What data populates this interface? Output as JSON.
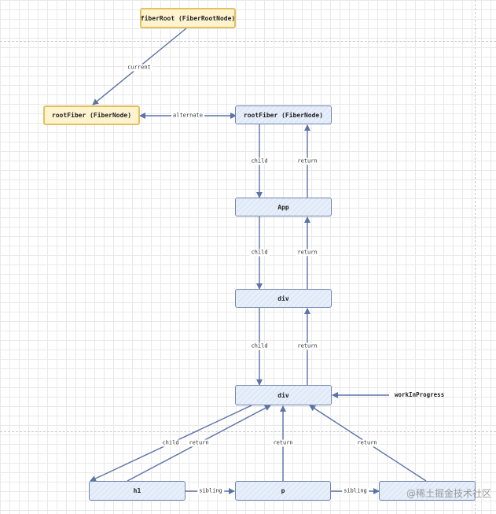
{
  "nodes": {
    "fiber_root": "fiberRoot (FiberRootNode)",
    "root_fiber_current": "rootFiber (FiberNode)",
    "root_fiber_wip": "rootFiber (FiberNode)",
    "app": "App",
    "div_outer": "div",
    "div_inner": "div",
    "h1": "h1",
    "p": "p",
    "third_child": ""
  },
  "edges": {
    "current": "current",
    "alternate": "alternate",
    "child": "child",
    "return": "return",
    "sibling": "sibling"
  },
  "pointer_label": "workInProgress",
  "watermark": "@稀土掘金技术社区",
  "colors": {
    "grid": "#e9e9e9",
    "yellow_fill": "#fdf3cf",
    "yellow_border": "#e2c15e",
    "blue_fill": "#dfe9f8",
    "blue_border": "#6f86ad",
    "edge": "#5b73a6"
  }
}
